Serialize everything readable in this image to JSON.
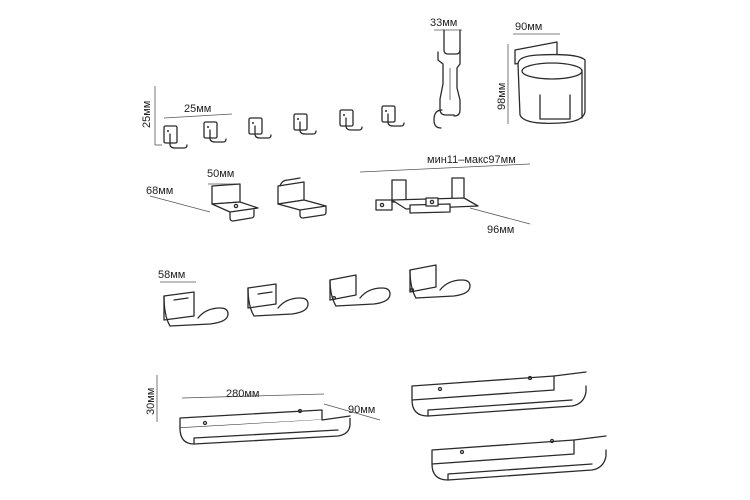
{
  "dimensions": {
    "hook_height": "25мм",
    "hook_width": "25мм",
    "rail_clip_width": "33мм",
    "cup_holder_width": "90мм",
    "cup_holder_height": "98мм",
    "bracket_width": "50мм",
    "bracket_depth": "68мм",
    "adjustable_range": "мин11–макс97мм",
    "adjustable_depth": "96мм",
    "double_hook_width": "58мм",
    "shelf_length": "280мм",
    "shelf_height": "30мм",
    "shelf_depth": "90мм"
  }
}
